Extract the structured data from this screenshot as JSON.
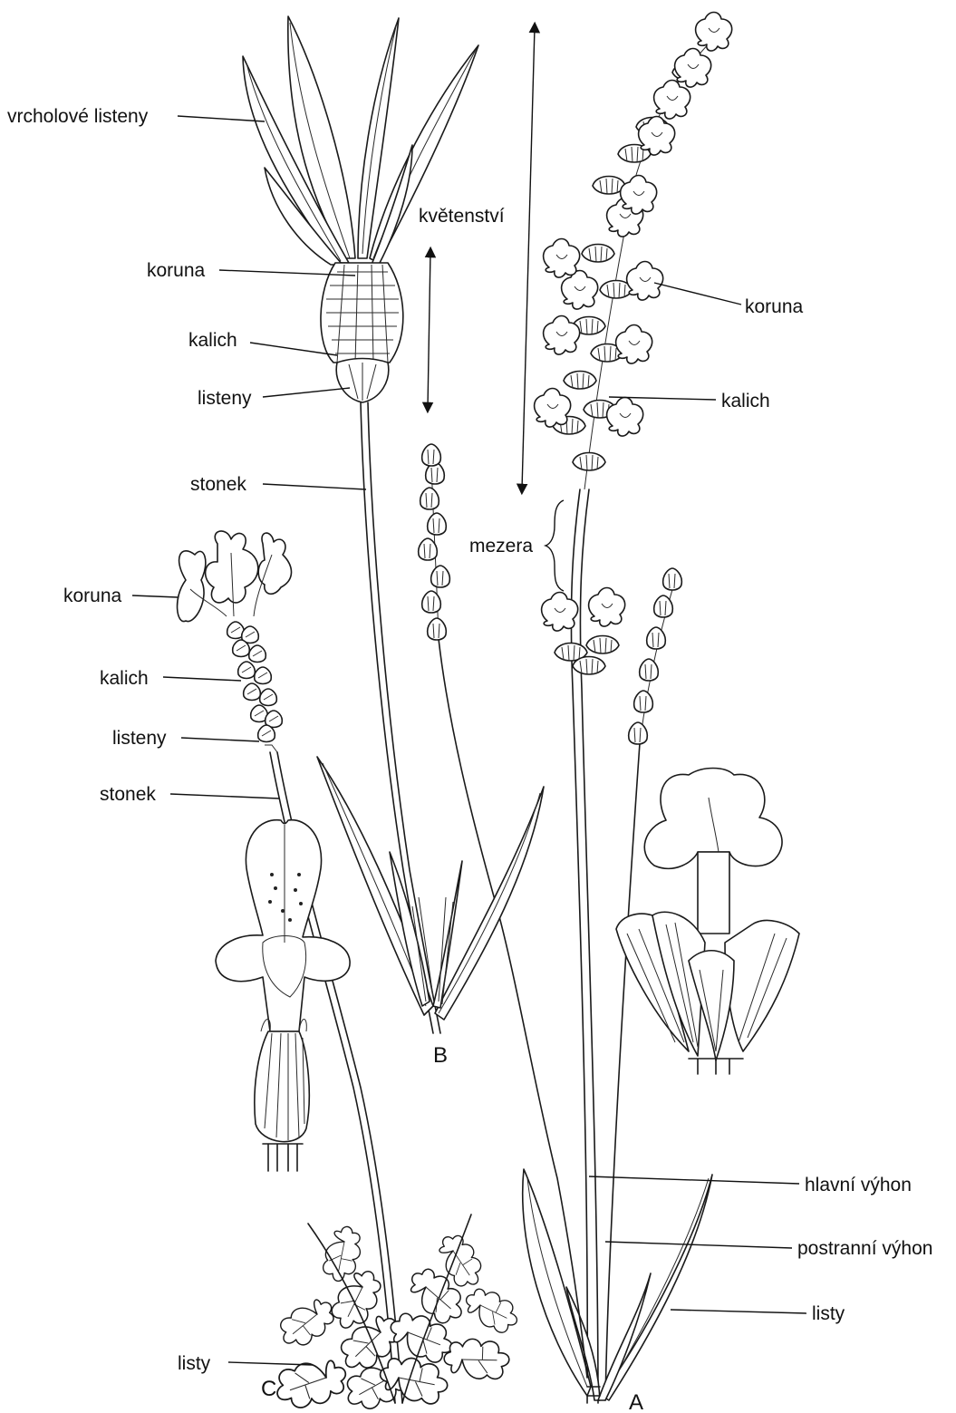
{
  "labels": {
    "vrcholove_listeny": "vrcholové listeny",
    "koruna_b": "koruna",
    "kalich_b": "kalich",
    "listeny_b": "listeny",
    "stonek_b": "stonek",
    "kvetenstvi": "květenství",
    "koruna_a": "koruna",
    "kalich_a": "kalich",
    "mezera": "mezera",
    "koruna_c": "koruna",
    "kalich_c": "kalich",
    "listeny_c": "listeny",
    "stonek_c": "stonek",
    "hlavni_vyhon": "hlavní výhon",
    "postranni_vyhon": "postranní výhon",
    "listy_a": "listy",
    "listy_c": "listy",
    "mark_a": "A",
    "mark_b": "B",
    "mark_c": "C"
  }
}
